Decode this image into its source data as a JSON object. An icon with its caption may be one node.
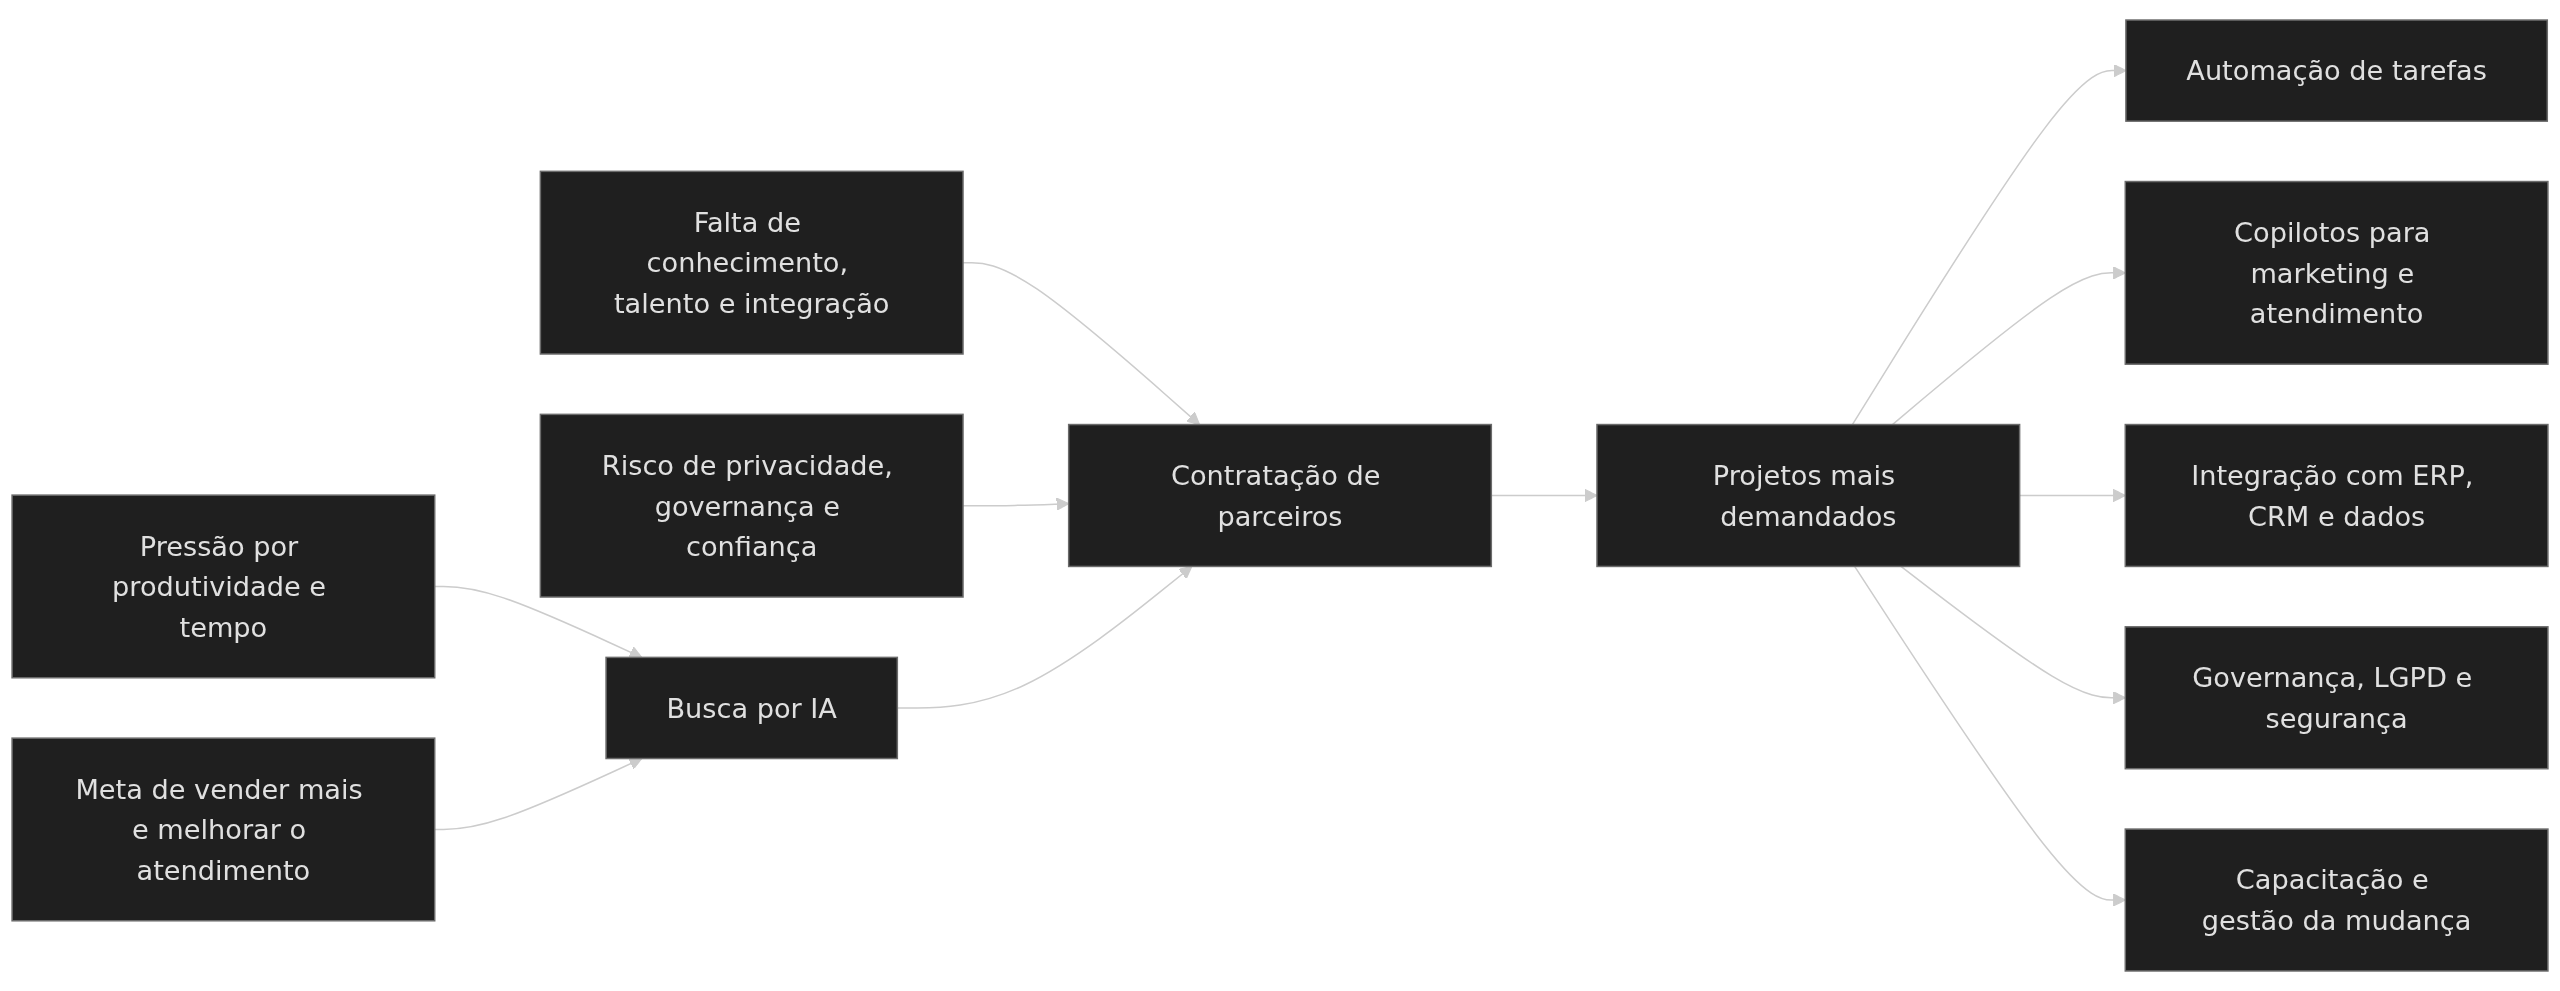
{
  "diagram": {
    "nodes": [
      {
        "text": [
          "Pressão por produtividade e tempo"
        ]
      },
      {
        "text": [
          "Meta de vender mais e melhorar o atendimento"
        ]
      },
      {
        "text": [
          "Busca por IA"
        ]
      },
      {
        "text": [
          "Falta de conhecimento, talento e integração"
        ]
      },
      {
        "text": [
          "Risco de privacidade, governança e confiança"
        ]
      },
      {
        "text": [
          "Contratação de parceiros"
        ]
      },
      {
        "text": [
          "Projetos mais demandados"
        ]
      },
      {
        "text": [
          "Automação de tarefas"
        ]
      },
      {
        "text": [
          "Copilotos para marketing e atendimento"
        ]
      },
      {
        "text": [
          "Integração com ERP, CRM e dados"
        ]
      },
      {
        "text": [
          "Governança, LGPD e segurança"
        ]
      },
      {
        "text": [
          "Capacitação e gestão da mudança"
        ]
      }
    ],
    "edges": [
      {
        "from": 0,
        "to": 2,
        "arrow": "to"
      },
      {
        "from": 1,
        "to": 2,
        "arrow": "to"
      },
      {
        "from": 3,
        "to": 5,
        "arrow": "to"
      },
      {
        "from": 4,
        "to": 5,
        "arrow": "to"
      },
      {
        "from": 2,
        "to": 5,
        "arrow": "to"
      },
      {
        "from": 5,
        "to": 6,
        "arrow": "to"
      },
      {
        "from": 6,
        "to": 7,
        "arrow": "to"
      },
      {
        "from": 6,
        "to": 8,
        "arrow": "to"
      },
      {
        "from": 6,
        "to": 9,
        "arrow": "to"
      },
      {
        "from": 6,
        "to": 10,
        "arrow": "to"
      },
      {
        "from": 6,
        "to": 11,
        "arrow": "to"
      }
    ]
  }
}
